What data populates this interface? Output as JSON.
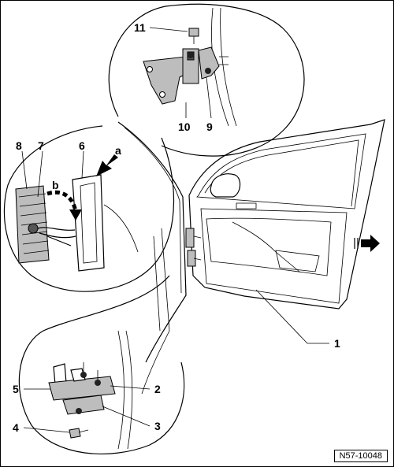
{
  "callouts": {
    "c1": "1",
    "c2": "2",
    "c3": "3",
    "c4": "4",
    "c5": "5",
    "c6": "6",
    "c7": "7",
    "c8": "8",
    "c9": "9",
    "c10": "10",
    "c11": "11",
    "ca": "a",
    "cb": "b"
  },
  "reference": "N57-10048"
}
